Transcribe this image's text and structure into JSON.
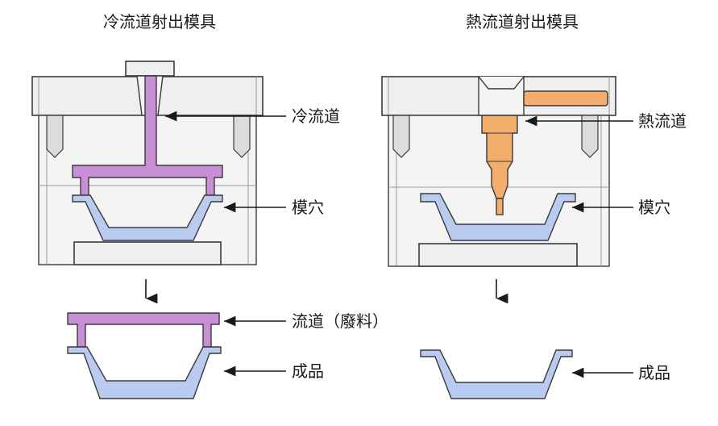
{
  "titles": {
    "cold": "冷流道射出模具",
    "hot": "熱流道射出模具"
  },
  "labels": {
    "cold_runner": "冷流道",
    "cold_cavity": "模穴",
    "runner_waste": "流道（廢料）",
    "cold_product": "成品",
    "hot_runner": "熱流道",
    "hot_cavity": "模穴",
    "hot_product": "成品"
  },
  "colors": {
    "cold_runner": "#c98fd6",
    "hot_runner": "#f3ad6c",
    "part": "#b9cbef"
  }
}
